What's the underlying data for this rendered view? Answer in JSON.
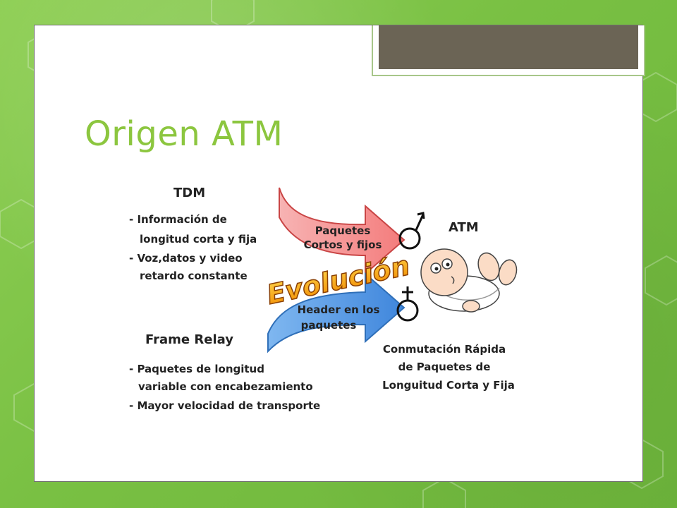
{
  "slide": {
    "title": "Origen ATM"
  },
  "diagram": {
    "tdm": {
      "heading": "TDM",
      "lines": [
        "- Información de",
        "longitud corta y fija",
        "- Voz,datos y video",
        "retardo constante"
      ]
    },
    "frame_relay": {
      "heading": "Frame Relay",
      "lines": [
        "- Paquetes de longitud",
        "variable con encabezamiento",
        "- Mayor velocidad de transporte"
      ]
    },
    "top_arrow": {
      "lines": [
        "Paquetes",
        "Cortos y fijos"
      ],
      "color": "#f47c7c"
    },
    "bottom_arrow": {
      "lines": [
        "Header en los",
        "paquetes"
      ],
      "color": "#4a90e2"
    },
    "evolution_label": "Evolución",
    "atm": {
      "heading": "ATM",
      "lines": [
        "Conmutación Rápida",
        "de Paquetes de",
        "Longuitud Corta y Fija"
      ]
    },
    "icons": {
      "male": "male-symbol-icon",
      "female": "female-symbol-icon",
      "baby": "baby-illustration-icon"
    }
  },
  "colors": {
    "accent": "#8cc63f",
    "title_tab": "#6b6455"
  }
}
